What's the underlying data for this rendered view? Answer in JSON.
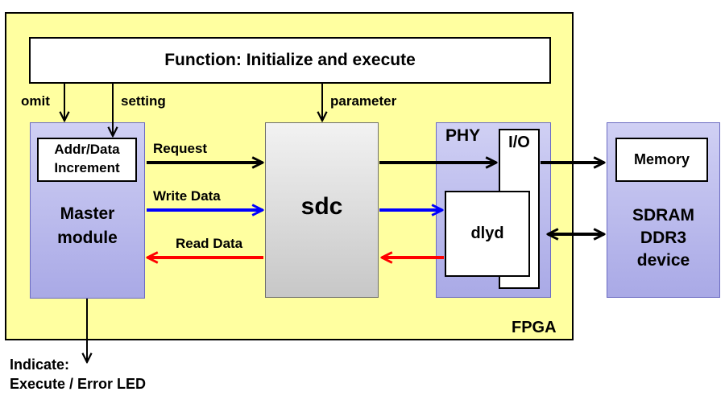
{
  "fpga_label": "FPGA",
  "function_box": "Function: Initialize and execute",
  "labels": {
    "omit": "omit",
    "setting": "setting",
    "parameter": "parameter",
    "request": "Request",
    "write_data": "Write Data",
    "read_data": "Read Data"
  },
  "blocks": {
    "addr_data_line1": "Addr/Data",
    "addr_data_line2": "Increment",
    "master_line1": "Master",
    "master_line2": "module",
    "sdc": "sdc",
    "phy": "PHY",
    "io": "I/O",
    "dlyd": "dlyd",
    "memory": "Memory",
    "sdram_line1": "SDRAM",
    "sdram_line2": "DDR3",
    "sdram_line3": "device"
  },
  "indicate_line1": "Indicate:",
  "indicate_line2": "Execute / Error LED",
  "colors": {
    "fpga_fill": "#ffffa0",
    "write_arrow": "#0000ff",
    "read_arrow": "#ff0000",
    "control_arrow": "#000000"
  }
}
